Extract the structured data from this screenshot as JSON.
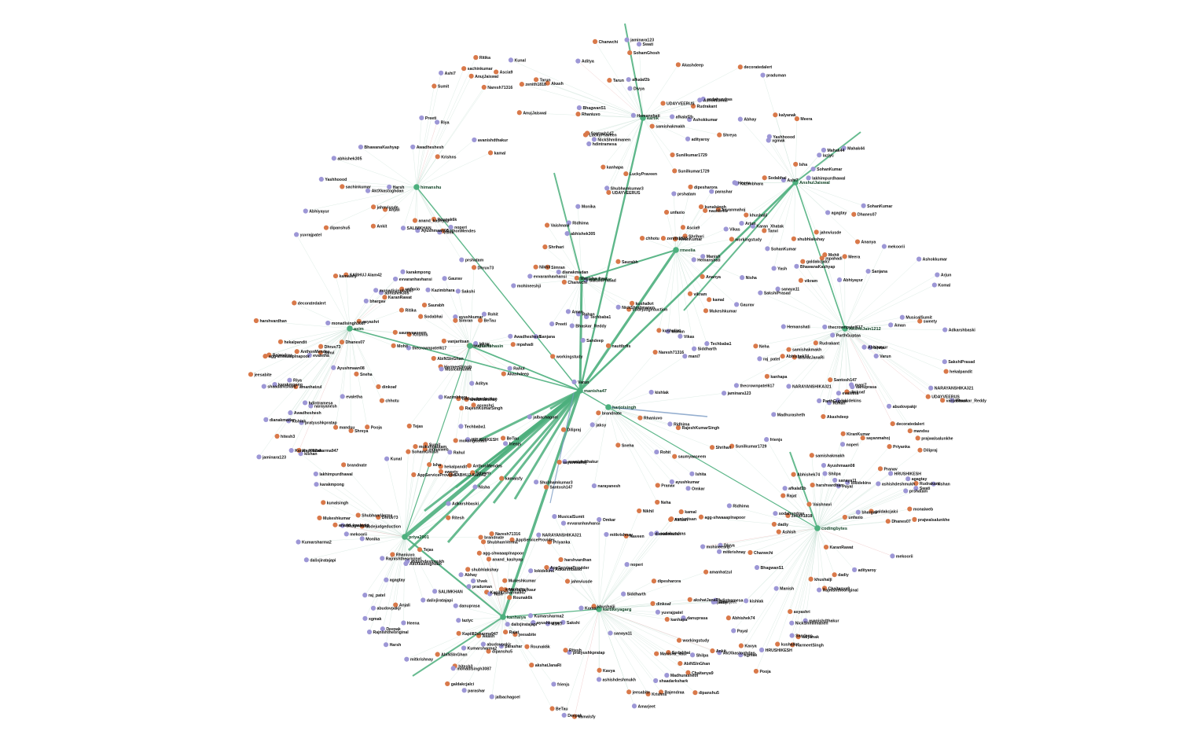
{
  "colors": {
    "background": "#ffffff",
    "node_orange": "#d9794a",
    "node_purple": "#9d97d6",
    "edge_green": "#4caf7d",
    "edge_faint": "#b9d9c9",
    "edge_blue": "#7a9bc4",
    "edge_red": "#e3a0a0"
  },
  "hubs": [
    {
      "name": "manisha47"
    },
    {
      "name": "harjotsingh"
    },
    {
      "name": "kartik"
    },
    {
      "name": "AnshulJaiswal"
    },
    {
      "name": "asim"
    },
    {
      "name": "priya2901"
    },
    {
      "name": "codingbytes"
    },
    {
      "name": "kanhaiya"
    },
    {
      "name": "kartikeyagarg"
    },
    {
      "name": "rmeelia"
    },
    {
      "name": "AkshitJain1212"
    },
    {
      "name": "suyashbhasin"
    },
    {
      "name": "himanshu"
    },
    {
      "name": "SumitKumar"
    }
  ],
  "labels": [
    "UDAYVEERUS",
    "mitkrishnay",
    "dipanshu5",
    "agagtay",
    "Manisha_kaur",
    "hdintramesa",
    "kanhapa",
    "Kazimbhara",
    "AppServiceProvider",
    "noperi",
    "vanjaritsan",
    "jaminara123",
    "Kapil82sharma947",
    "Hemanshati",
    "akshatJanaRi",
    "Ridhima",
    "shubhlakshay",
    "avanishdthakur",
    "nauttbrfis",
    "lokidekins",
    "Rounak6k",
    "sodahundras",
    "Sunilkumar1729",
    "karakmpong",
    "anand_kashyap",
    "Ashokkumar",
    "jahnviusde",
    "danuprasa",
    "codejudgeduction",
    "abhishek305",
    "Dhanes07",
    "Ashi7",
    "Chanwchi",
    "kishlak",
    "brandnate",
    "kishan",
    "BeTau",
    "mekoorii",
    "asyashri",
    "afkalaf2b",
    "dinkoaf",
    "xgmak",
    "AbiNSInGhan",
    "jaksy",
    "samishakmakh",
    "NARAYANSHIKA321",
    "sayanmahoj",
    "Techbaba1",
    "Abhishek74",
    "AktXkastoghdan",
    "Santosh147",
    "thecrownpatel617",
    "zenith1818",
    "monadisingh3087",
    "amanhatzul",
    "dianakmadan",
    "Mukeshkumar",
    "Ayushmaan08",
    "unfaxio",
    "evvaranhavhansi",
    "Naresh71316",
    "MusicalSumit",
    "Sodabhai",
    "SohanKumar",
    "hekalpandit",
    "parashar",
    "agg-shwaaaplnapoor",
    "sanaya11",
    "Rudrakant",
    "Awadheshesh",
    "kamal",
    "prshatam",
    "Shrihari",
    "dalixjiratajapi",
    "Akashdeep",
    "BhagwanS1",
    "khushalji",
    "Rajnishtheoriginal",
    "AnthonMendes",
    "Abhiyayur",
    "Krishns",
    "frienjs",
    "jeesabite",
    "evaletha",
    "galdakcjalci",
    "abudovpakjr",
    "kamalsfy",
    "ashishdeshmukh",
    "Dhruv73",
    "Kumarsharma2",
    "harshvardhan",
    "SakshiPrasad",
    "workingstudy",
    "Adkarshbaski",
    "Rhaniuvo",
    "HRUSHIKESH",
    "kushalkrt",
    "NickShmlimanen",
    "decoratedalert",
    "ayushkumar",
    "prajwalsalunkhe",
    "laziyc",
    "Chaitanya9",
    "BhawanaKashyap",
    "RajeshKumarSingh",
    "Yashhoood",
    "AnujJaiswal",
    "adityaroy",
    "sachinkumar",
    "narayanesh",
    "dadiy",
    "mohineeshji",
    "saumyaaseem",
    "yuvrajpatel",
    "Vaishnavi",
    "Madhurasheth",
    "dipesharora",
    "mani7",
    "chhotu",
    "ParthGuptaa",
    "LuckyPraveen",
    "shaadarkshark",
    "monaiweb",
    "praduman",
    "sweety",
    "pratyushkpratap",
    "mpahadi",
    "raj_patel",
    "Dilipraj",
    "Amarjeet",
    "kunalsingh",
    "Bhaskar_Reddy",
    "Ascia9",
    "Shubhamkumar3",
    "mandsu",
    "jalbachagoel",
    "mokshgautam",
    "bhargav",
    "Rajendraa",
    "Mahak44",
    "hitesh3",
    "SALIMKHAN",
    "SABHUJ Alam42",
    "lakhimpurdhawal",
    "kalyanak",
    "Karan_Xhatak",
    "HarmeetSingh",
    "Sandeep",
    "KaranRawat",
    "Rohit",
    "SohamGhosh",
    "Omkar",
    "vikram",
    "Vivek",
    "KiranKumar",
    "Sanjana",
    "Tejas",
    "Aman",
    "Pooja",
    "Sakshi",
    "ShubhamVerma",
    "Abhay",
    "Pranav",
    "Ishita",
    "Nikhil",
    "Arjun",
    "Meera",
    "Rahul",
    "Kavya",
    "Siddharth",
    "Ananya",
    "Deepak",
    "Ritika",
    "Harsh",
    "Neha",
    "Varun",
    "Tanvi",
    "Yash",
    "Shreya",
    "Gaurav",
    "Anjali",
    "Rohan",
    "Simran",
    "Kunal",
    "Isha",
    "Aditya",
    "Priyanka",
    "Vikas",
    "Sneha",
    "Manish",
    "Ritesh",
    "Payal",
    "Saurabh",
    "Divya",
    "Ankit",
    "Nisha",
    "Akash",
    "Riya",
    "Mohit",
    "Swati",
    "Sumit",
    "Preeti",
    "Naveen",
    "Komal",
    "Rajat",
    "Shilpa",
    "Tarun",
    "Heena",
    "Ashish",
    "Monika"
  ]
}
